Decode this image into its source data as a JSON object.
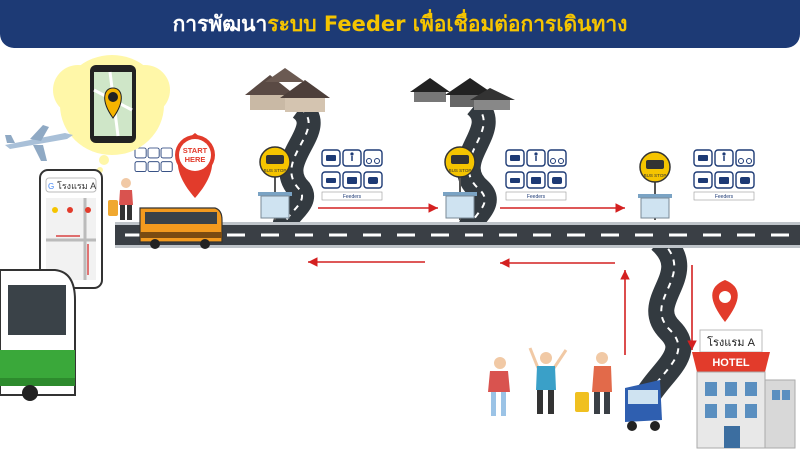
{
  "header": {
    "title_part1": "การพัฒนา",
    "title_part2": "ระบบ Feeder เพื่อเชื่อมต่อการเดินทาง"
  },
  "start_marker": {
    "line1": "START",
    "line2": "HERE"
  },
  "bus_stop_label": "BUS STOP",
  "feeder_label": "Feeders",
  "phone_search_text": "โรงแรม A",
  "hotel": {
    "name_sign": "โรงแรม A",
    "label": "HOTEL"
  },
  "colors": {
    "banner": "#1d3a75",
    "accent_yellow": "#f5c400",
    "pin_red": "#e23b2b",
    "road": "#333a40"
  },
  "icons": [
    "airplane-icon",
    "map-pin-icon",
    "bus-icon",
    "walk-icon",
    "bicycle-icon",
    "car-icon",
    "motorcycle-icon",
    "taxi-icon",
    "van-icon"
  ]
}
